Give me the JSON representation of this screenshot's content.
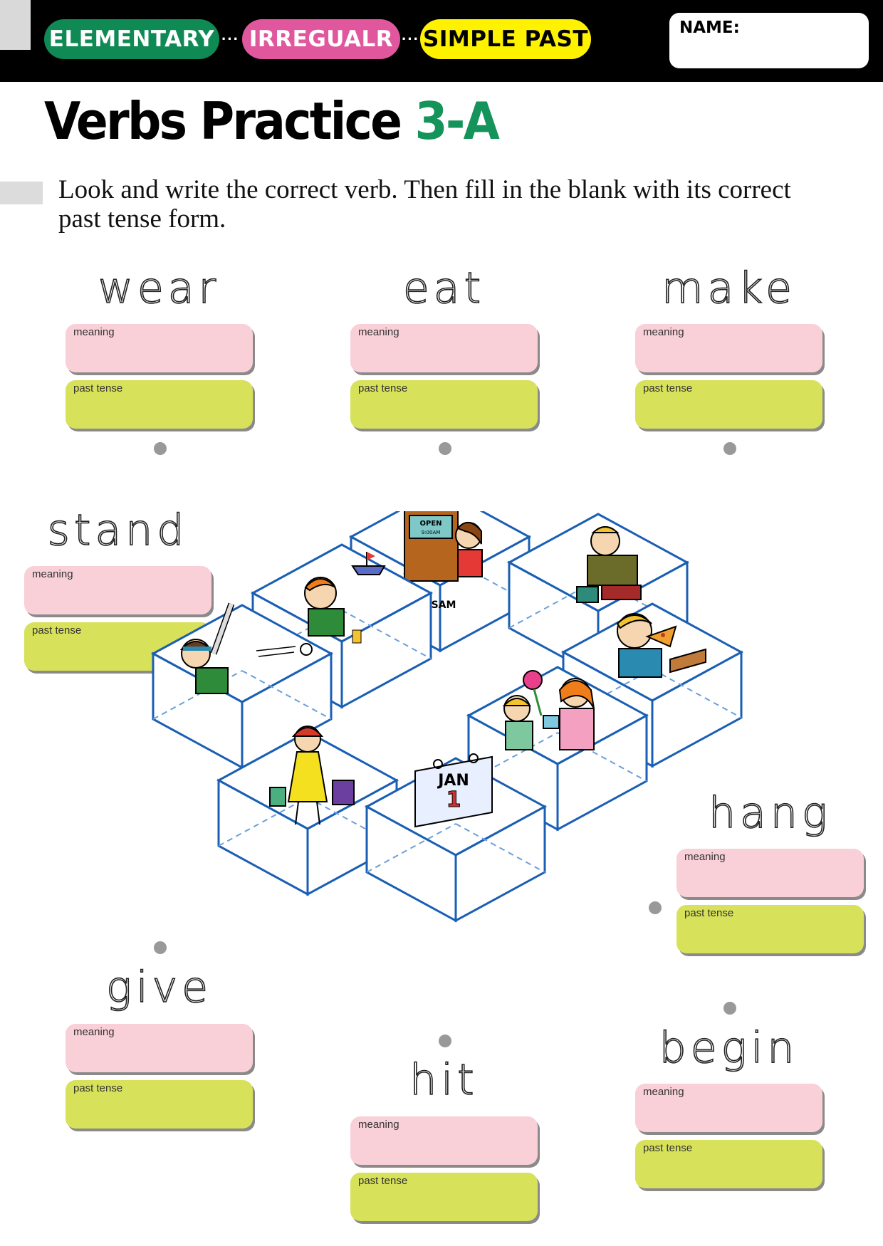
{
  "header": {
    "tags": [
      "ELEMENTARY",
      "IRREGUALR",
      "SIMPLE PAST"
    ],
    "tag_colors": [
      "#0f8a54",
      "#e0579e",
      "#fff200"
    ],
    "name_label": "NAME:"
  },
  "title": {
    "main": "Verbs Practice",
    "number": "3-A"
  },
  "instruction": "Look and write the correct verb. Then fill in the blank with its correct past tense form.",
  "box_labels": {
    "meaning": "meaning",
    "past": "past tense"
  },
  "verbs": [
    "wear",
    "eat",
    "make",
    "stand",
    "hang",
    "give",
    "hit",
    "begin"
  ],
  "picture_text": {
    "sign": "OPEN",
    "sign_time": "9:00AM",
    "calendar_month": "JAN",
    "calendar_day": "1",
    "date_mirrored": "SAM"
  }
}
